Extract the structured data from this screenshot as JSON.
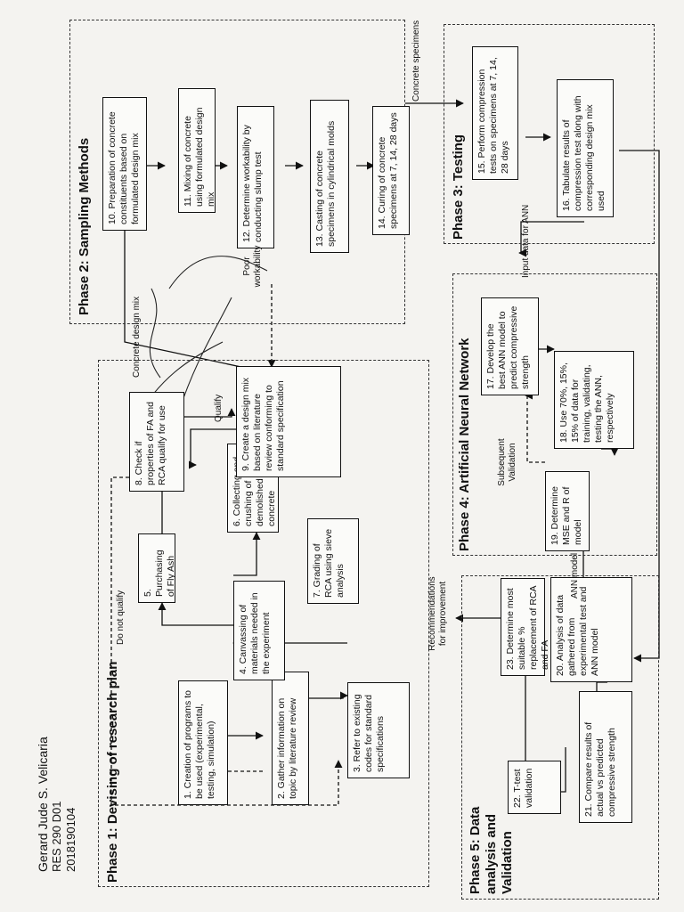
{
  "header": {
    "name": "Gerard Jude S. Velicaria",
    "course": "RES 290 D01",
    "id_number": "2018190104"
  },
  "phases": {
    "p1": "Phase 1: Devising of research plan",
    "p2": "Phase 2: Sampling Methods",
    "p3": "Phase 3: Testing",
    "p4": "Phase 4: Artificial Neural Network",
    "p5": "Phase 5: Data analysis and Validation"
  },
  "steps": {
    "s1": "1. Creation of programs to be used (experimental, testing, simulation)",
    "s2": "2. Gather information on topic by literature review",
    "s3": "3. Refer to existing codes for standard specifications",
    "s4": "4. Canvassing of materials needed in the experiment",
    "s5": "5. Purchasing of Fly Ash",
    "s6": "6. Collecting and crushing of demolished concrete",
    "s7": "7. Grading of RCA using sieve analysis",
    "s8": "8. Check if properties of FA and RCA qualify for use",
    "s9": "9. Create a design mix based on literature review conforming to standard specification",
    "s10": "10. Preparation of concrete constituents based on formulated design mix",
    "s11": "11. Mixing of concrete using formulated design mix",
    "s12": "12. Determine workability by conducting slump test",
    "s13": "13. Casting of concrete specimens in cylindrical molds",
    "s14": "14. Curing of concrete specimens at 7, 14, 28 days",
    "s15": "15. Perform compression tests on specimens at 7, 14, 28 days",
    "s16": "16. Tabulate results of compression test along with corresponding design mix used",
    "s17": "17. Develop the best ANN model to predict compressive strength",
    "s18": "18. Use 70%, 15%, 15% of data for training, validating, testing the ANN, respectively",
    "s19": "19. Determine MSE and R of model",
    "s20": "20. Analysis of data gathered from experimental test and ANN model",
    "s21": "21. Compare results of actual vs predicted compressive strength",
    "s22": "22. T-test validation",
    "s23": "23. Determine most suitable % replacement of RCA and FA"
  },
  "labels": {
    "do_not_qualify": "Do not qualify",
    "qualify": "Qualify",
    "concrete_design_mix": "Concrete design mix",
    "poor_workability": "Poor workability",
    "concrete_specimens": "Concrete specimens",
    "input_data_for_ann": "Input data for ANN",
    "subsequent_validation": "Subsequent Validation",
    "ann_model": "ANN model",
    "recommendations": "Recommendations for improvement"
  }
}
